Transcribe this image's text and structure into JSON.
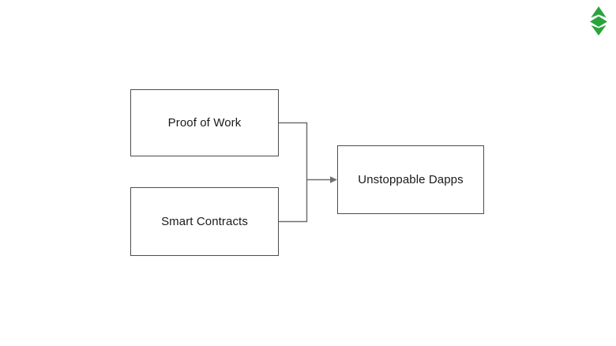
{
  "page": {
    "background_color": "#ffffff"
  },
  "logo": {
    "name": "ethereum-classic-icon",
    "color": "#2ba33c"
  },
  "diagram": {
    "type": "flowchart",
    "nodes": [
      {
        "id": "proof-of-work",
        "label": "Proof of Work"
      },
      {
        "id": "smart-contracts",
        "label": "Smart Contracts"
      },
      {
        "id": "unstoppable-dapps",
        "label": "Unstoppable Dapps"
      }
    ],
    "edges": [
      {
        "from": "proof-of-work",
        "to": "unstoppable-dapps",
        "style": "orthogonal-merge-arrow"
      },
      {
        "from": "smart-contracts",
        "to": "unstoppable-dapps",
        "style": "orthogonal-merge-arrow"
      }
    ],
    "colors": {
      "node_border": "#4d4d4d",
      "node_fill": "#ffffff",
      "connector": "#707070",
      "text": "#1a1a1a"
    }
  }
}
